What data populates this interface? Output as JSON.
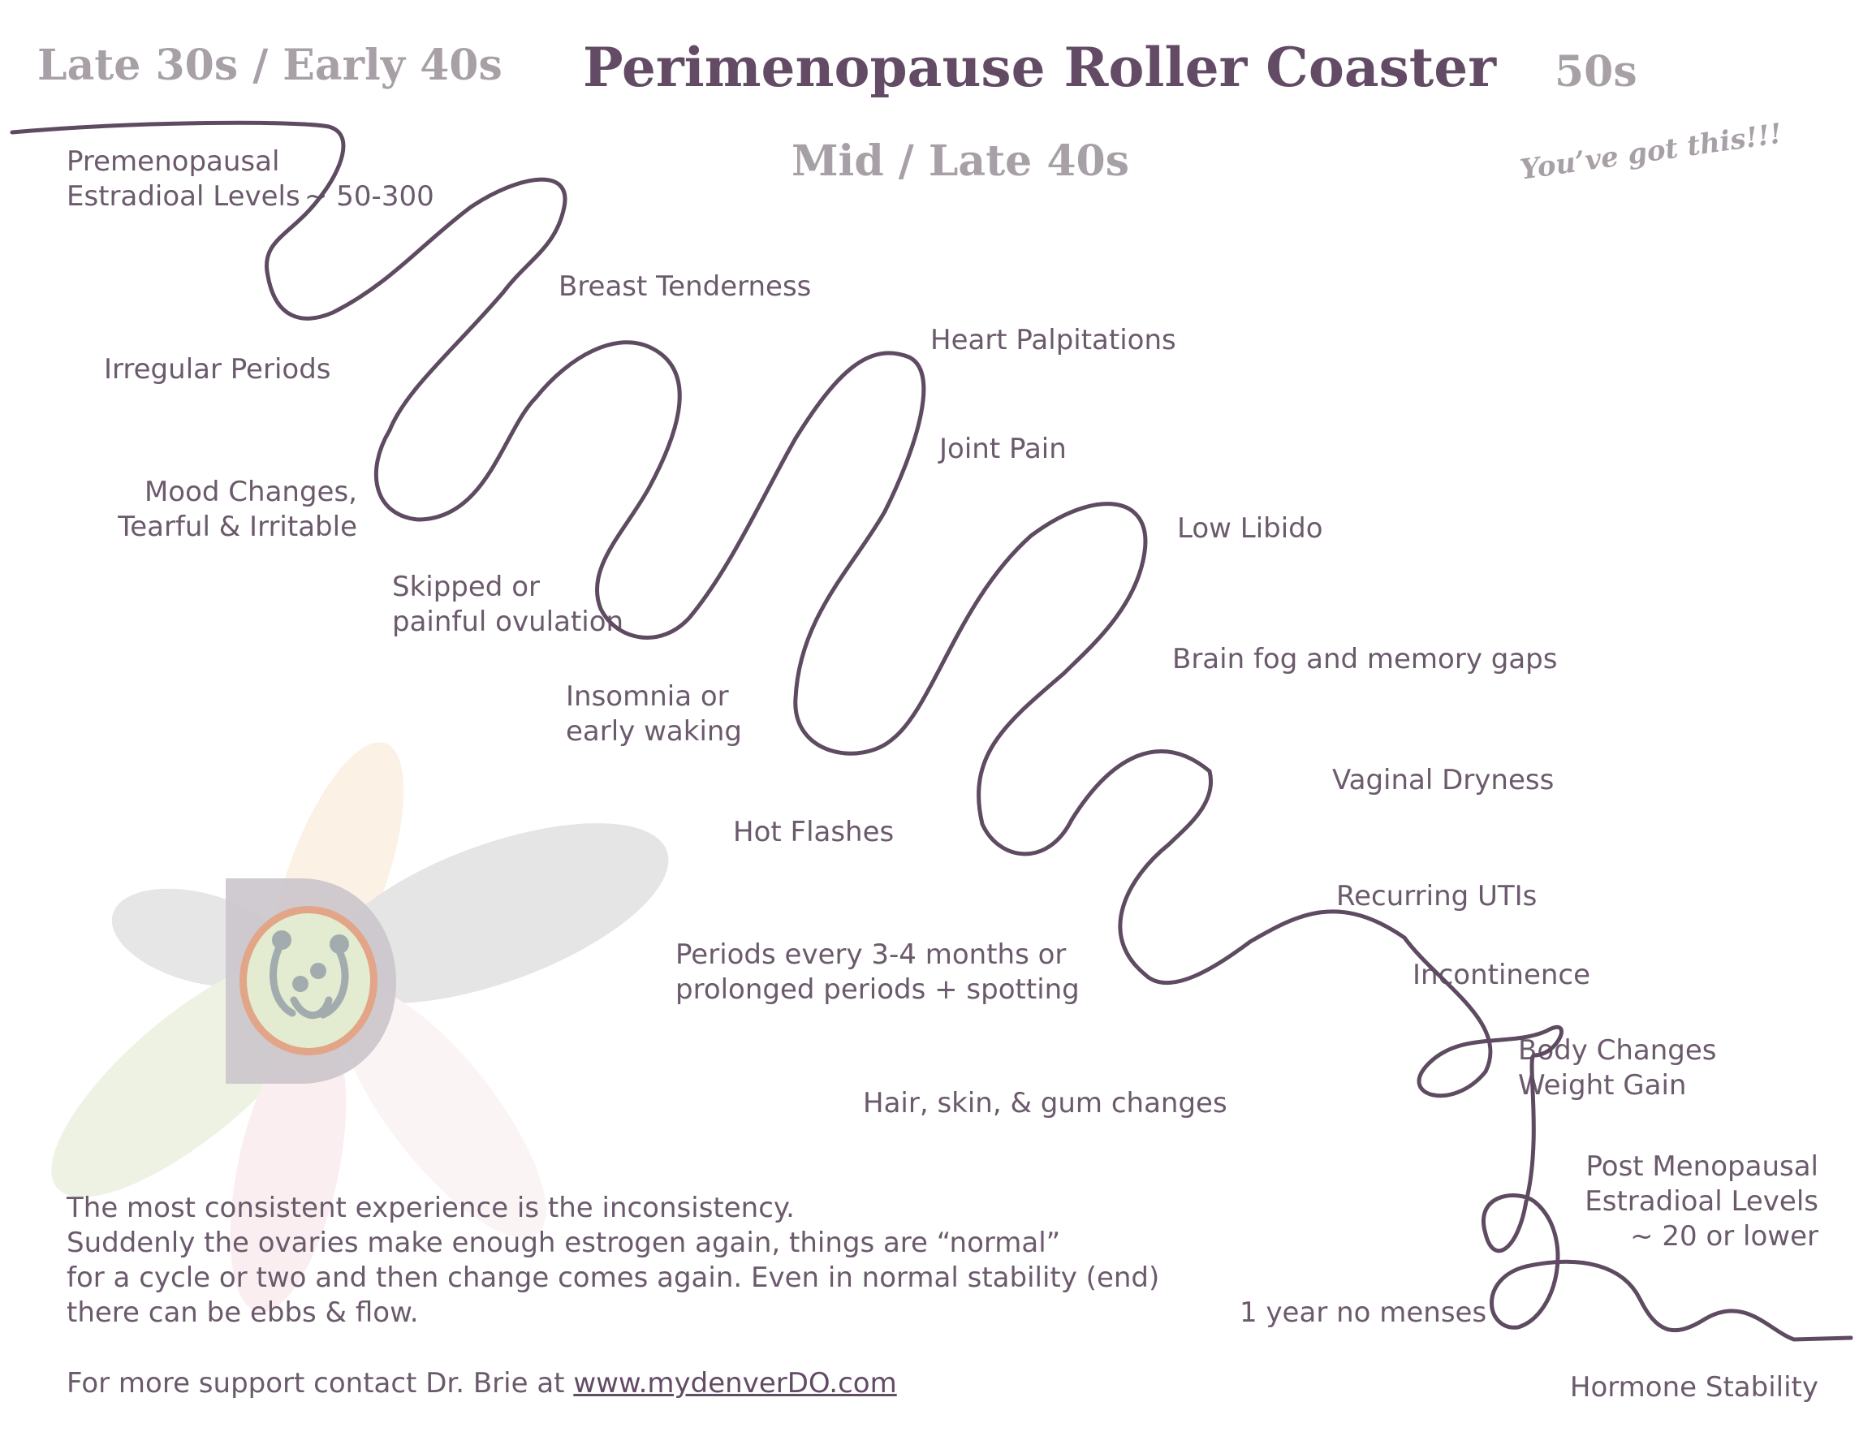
{
  "title": "Perimenopause Roller Coaster",
  "headings": {
    "early": "Late 30s / Early 40s",
    "mid": "Mid / Late 40s",
    "late": "50s",
    "tagline": "You’ve got this!!!"
  },
  "labels": {
    "premenopausal_1": "Premenopausal",
    "premenopausal_2": "Estradioal Levels",
    "premenopausal_3": "~ 50-300",
    "irregular_periods": "Irregular Periods",
    "breast_tenderness": "Breast Tenderness",
    "mood_1": "Mood Changes,",
    "mood_2": "Tearful & Irritable",
    "heart_palpitations": "Heart Palpitations",
    "joint_pain": "Joint Pain",
    "skipped_1": "Skipped or",
    "skipped_2": "painful ovulation",
    "low_libido": "Low Libido",
    "insomnia_1": "Insomnia or",
    "insomnia_2": "early waking",
    "brain_fog": "Brain fog and memory gaps",
    "hot_flashes": "Hot Flashes",
    "vaginal_dryness": "Vaginal Dryness",
    "recurring_utis": "Recurring UTIs",
    "periods_1": "Periods every 3-4 months or",
    "periods_2": "prolonged periods + spotting",
    "incontinence": "Incontinence",
    "body_1": "Body Changes",
    "body_2": "Weight Gain",
    "hair": "Hair, skin, & gum changes",
    "post_1": "Post Menopausal",
    "post_2": "Estradioal Levels",
    "post_3": "~ 20 or lower",
    "no_menses": "1 year no menses",
    "stability": "Hormone Stability"
  },
  "paragraph": [
    "The most consistent experience is the inconsistency.",
    "Suddenly the ovaries make enough estrogen again, things are “normal”",
    "for a cycle or two and then change comes again. Even in normal stability (end)",
    "there can be ebbs & flow."
  ],
  "footer": {
    "prefix": "For more support contact Dr. Brie at ",
    "link": "www.mydenverDO.com"
  },
  "logo": {
    "letter": "D"
  },
  "colors": {
    "curve": "#5e4a61",
    "text": "#6b5a6c",
    "title": "#634b66",
    "muted_heading": "#a7a0a7"
  }
}
